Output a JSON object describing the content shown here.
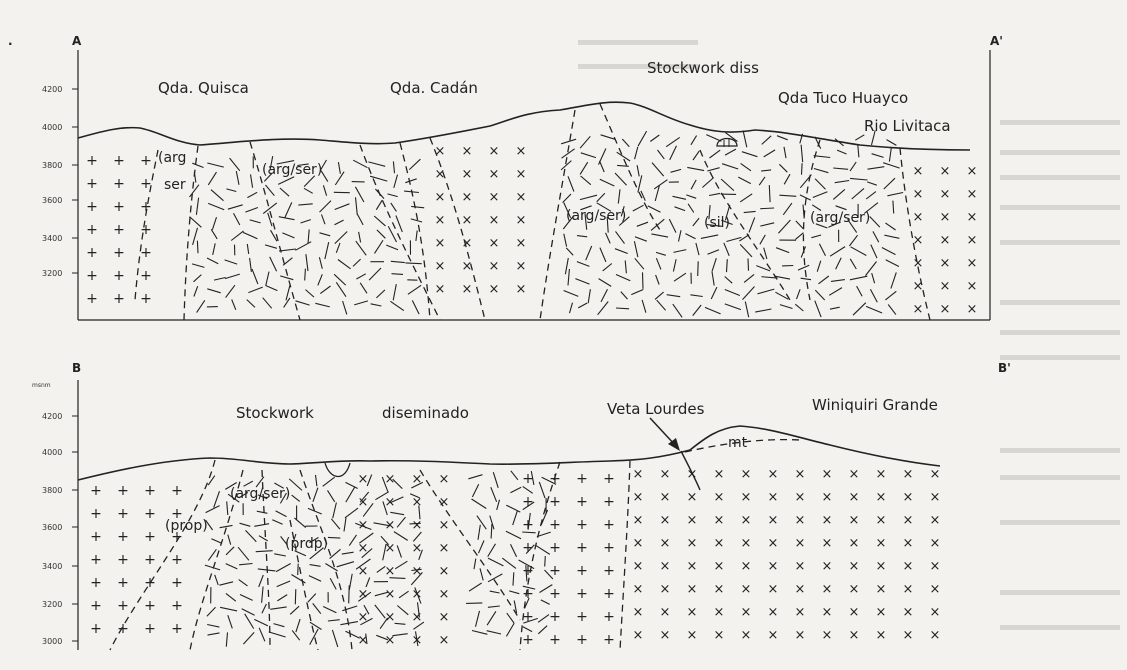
{
  "section_top": {
    "start_label": "A",
    "end_label": "A'",
    "elevation_ticks": [
      "4200",
      "4000",
      "3800",
      "3600",
      "3400",
      "3200"
    ],
    "place_labels": {
      "quisca": "Qda. Quisca",
      "cadan": "Qda. Cadán",
      "stockwork": "Stockwork diss",
      "tuco": "Qda Tuco Huayco",
      "livitaca": "Rio Livitaca"
    },
    "alteration_labels": {
      "arg": "(arg",
      "ser": "ser",
      "arg_ser_1": "(arg/ser)",
      "arg_ser_2": "(arg/ser)",
      "sil": "(sil)",
      "arg_ser_3": "(arg/ser)"
    }
  },
  "section_bottom": {
    "start_label": "B",
    "end_label": "B'",
    "unit": "msnm",
    "elevation_ticks": [
      "4200",
      "4000",
      "3800",
      "3600",
      "3400",
      "3200",
      "3000"
    ],
    "place_labels": {
      "stockwork": "Stockwork",
      "diseminado": "diseminado",
      "veta": "Veta Lourdes",
      "winiquiri": "Winiquiri Grande"
    },
    "alteration_labels": {
      "arg_ser": "(arg/ser)",
      "prop_1": "(prop)",
      "prop_2": "(prdp)",
      "mt": "mt"
    }
  },
  "symbols": {
    "intrusive": "+",
    "host_rock": "×",
    "alteration": "fractured dashes"
  }
}
